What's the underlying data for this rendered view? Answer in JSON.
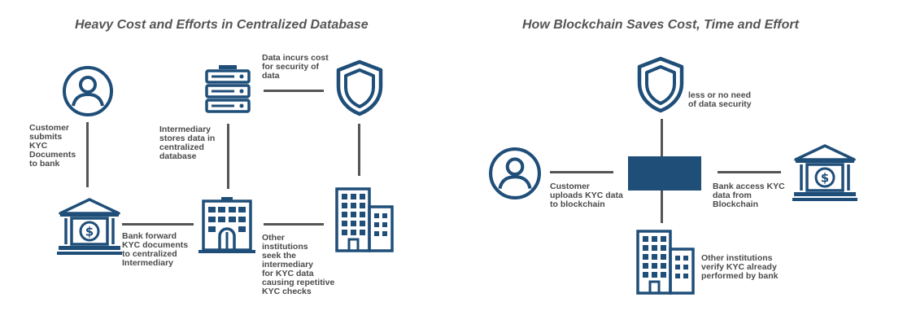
{
  "left": {
    "title": "Heavy Cost and Efforts in Centralized Database",
    "labels": {
      "customer_submits": "Customer\nsubmits\nKYC\nDocuments\nto bank",
      "data_incurs_cost": "Data incurs cost\nfor security of\ndata",
      "intermediary_stores": "Intermediary\nstores data in\ncentralized\ndatabase",
      "bank_forward": "Bank forward\nKYC documents\nto centralized\nIntermediary",
      "other_institutions_seek": "Other\ninstitutions\nseek the\nintermediary\nfor KYC data\ncausing repetitive\nKYC checks"
    }
  },
  "right": {
    "title": "How Blockchain Saves Cost, Time and Effort",
    "labels": {
      "less_security": "less or no need\nof data  security",
      "customer_uploads": "Customer\nuploads KYC data\nto blockchain",
      "bank_access": "Bank access KYC\ndata from\nBlockchain",
      "other_verify": "Other institutions\nverify KYC already\nperformed by bank"
    }
  },
  "colors": {
    "icon": "#1f4e79",
    "line": "#555555",
    "text": "#4a4a4a"
  },
  "icons": [
    "person-icon",
    "server-icon",
    "shield-icon",
    "bank-icon",
    "office-building-icon",
    "tall-building-icon",
    "blockchain-block"
  ]
}
